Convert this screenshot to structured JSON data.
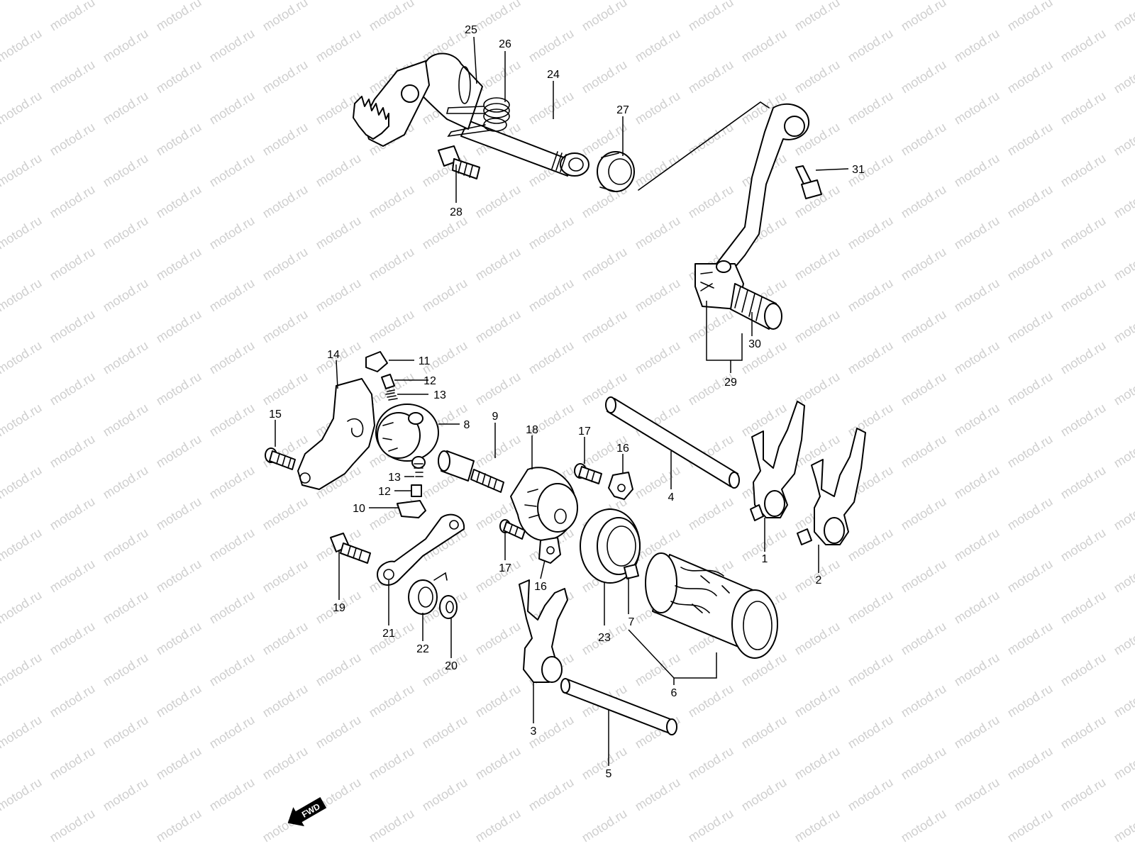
{
  "watermark": {
    "text": "motod.ru",
    "color": "#cfcfcf"
  },
  "callouts": {
    "c1": "1",
    "c2": "2",
    "c3": "3",
    "c4": "4",
    "c5": "5",
    "c6": "6",
    "c7": "7",
    "c8": "8",
    "c9": "9",
    "c10": "10",
    "c11": "11",
    "c12a": "12",
    "c12b": "12",
    "c13a": "13",
    "c13b": "13",
    "c14": "14",
    "c15": "15",
    "c16a": "16",
    "c16b": "16",
    "c17a": "17",
    "c17b": "17",
    "c18": "18",
    "c19": "19",
    "c20": "20",
    "c21": "21",
    "c22": "22",
    "c23": "23",
    "c24": "24",
    "c25": "25",
    "c26": "26",
    "c27": "27",
    "c28": "28",
    "c29": "29",
    "c30": "30",
    "c31": "31"
  },
  "direction_badge": {
    "label": "FWD",
    "icon": "arrow-left-icon"
  }
}
